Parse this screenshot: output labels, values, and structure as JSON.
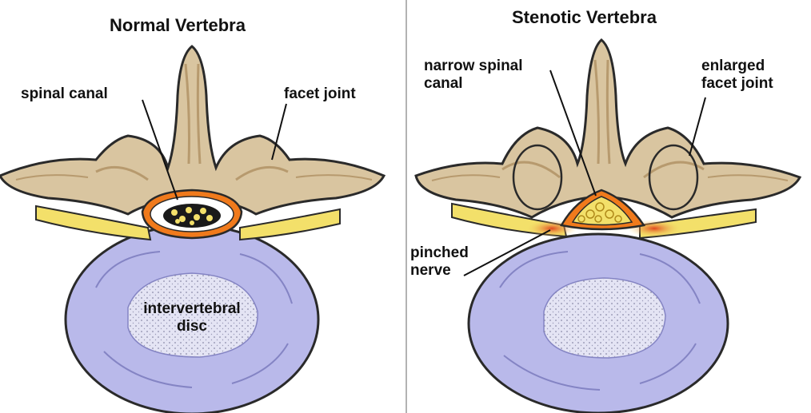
{
  "panels": {
    "normal": {
      "title": "Normal Vertebra",
      "labels": {
        "spinal_canal": "spinal canal",
        "facet_joint": "facet joint",
        "disc": "intervertebral\ndisc"
      }
    },
    "stenotic": {
      "title": "Stenotic Vertebra",
      "labels": {
        "narrow_canal": "narrow spinal\ncanal",
        "enlarged_facet": "enlarged\nfacet joint",
        "pinched_nerve": "pinched\nnerve"
      }
    }
  },
  "colors": {
    "bone": "#d9c5a0",
    "bone_shadow": "#b79a6e",
    "disc": "#b9b9ea",
    "disc_center": "#e4e4f4",
    "nerve": "#f3e06a",
    "canal_rim": "#f07a1c",
    "inflamed": "#e0401a",
    "outline": "#2a2a2a"
  }
}
